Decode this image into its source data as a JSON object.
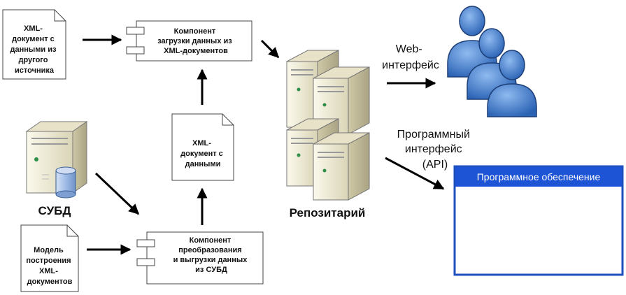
{
  "documents": {
    "xml_other_source": [
      "XML-",
      "документ с",
      "данными из",
      "другого",
      "источника"
    ],
    "xml_data": [
      "XML-",
      "документ с",
      "данными"
    ],
    "model": [
      "Модель",
      "построения",
      "XML-",
      "документов"
    ]
  },
  "components": {
    "loader": [
      "Компонент",
      "загрузки данных из",
      "XML-документов"
    ],
    "exporter": [
      "Компонент",
      "преобразования",
      "и выгрузки данных",
      "из СУБД"
    ]
  },
  "labels": {
    "dbms": "СУБД",
    "repository": "Репозитарий",
    "web_interface": [
      "Web-",
      "интерфейс"
    ],
    "api": [
      "Программный",
      "интерфейс",
      "(API)"
    ]
  },
  "software_window": {
    "title": "Программное обеспечение"
  },
  "colors": {
    "window_frame": "#1f4fbf",
    "window_title_bg": "#1d54d6",
    "user_blue": "#3d7fd0",
    "server_body": "#f0edda",
    "db_cylinder": "#b0c8ea"
  }
}
